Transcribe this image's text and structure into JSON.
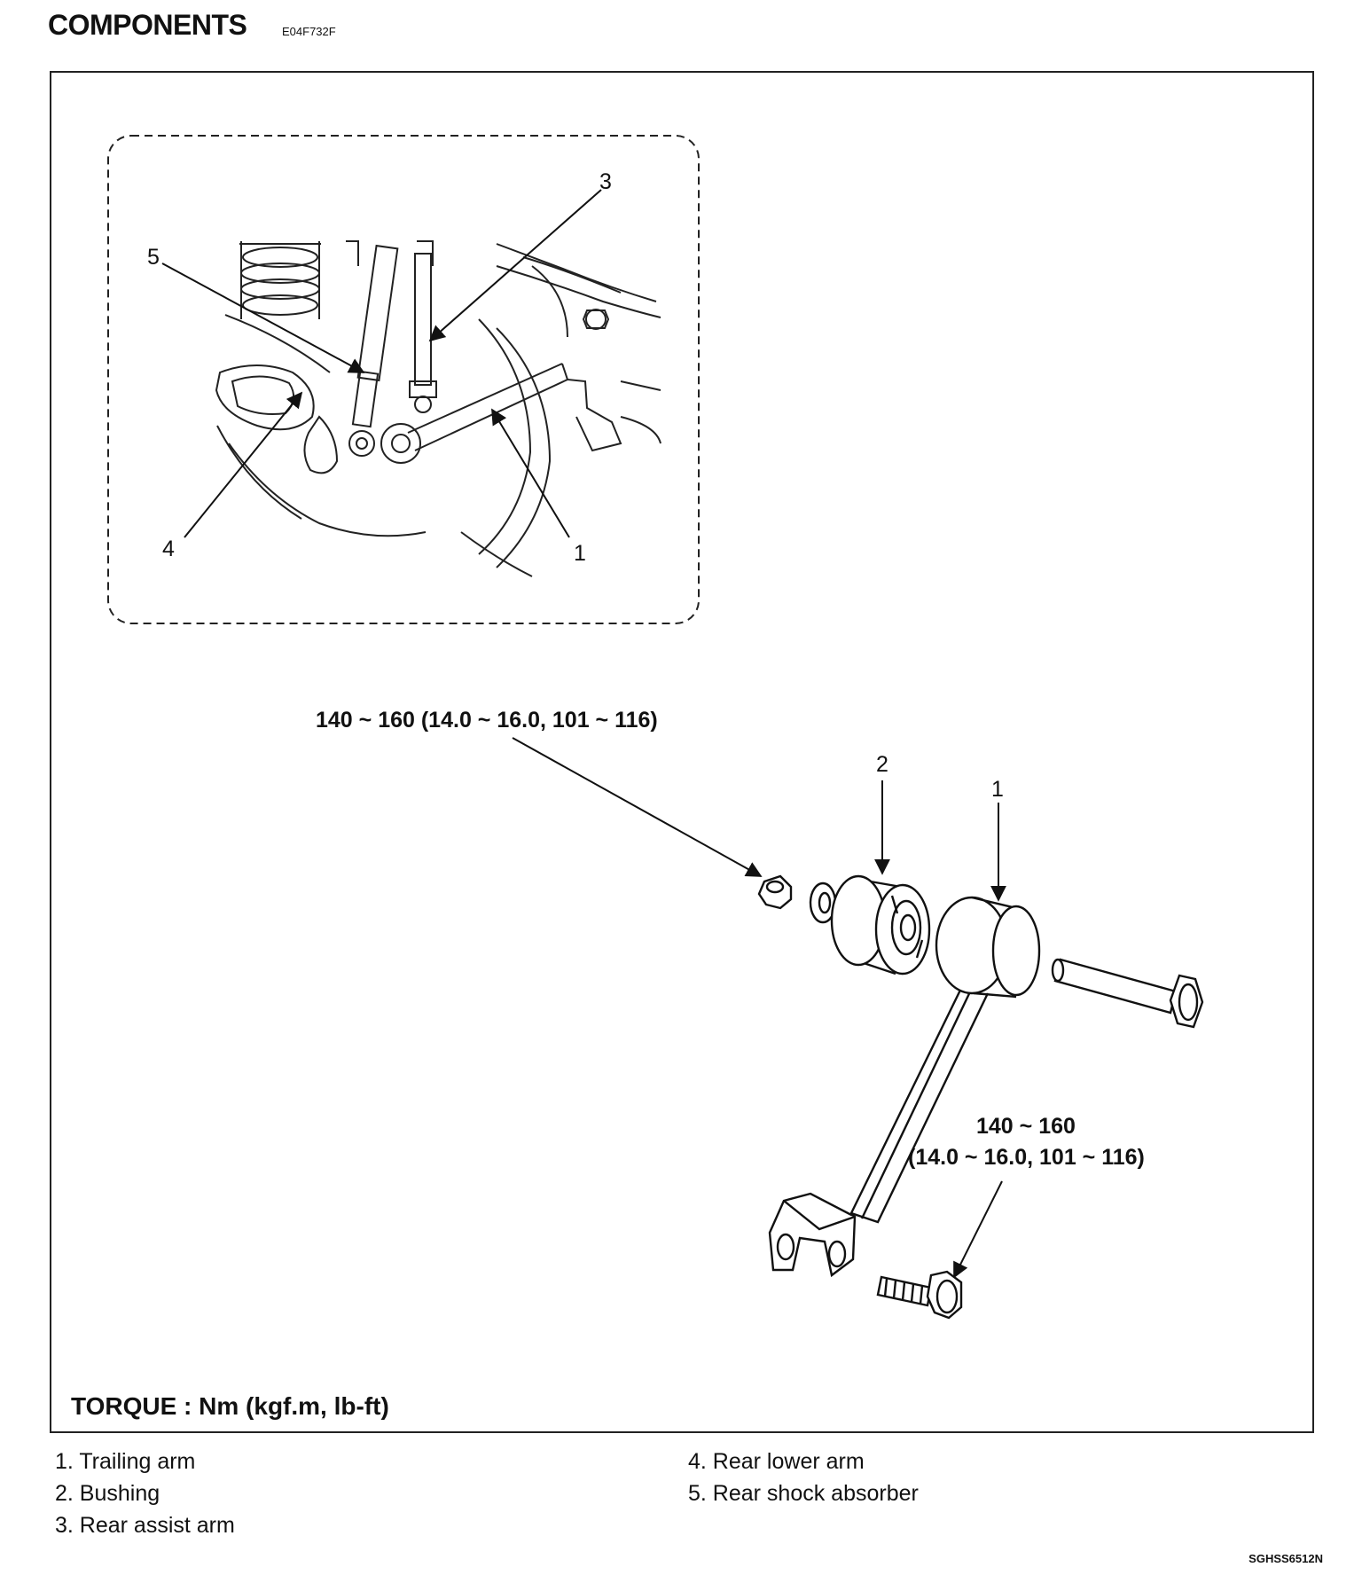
{
  "header": {
    "title": "COMPONENTS",
    "code": "E04F732F"
  },
  "callouts": {
    "inset_1": "1",
    "inset_3": "3",
    "inset_4": "4",
    "inset_5": "5",
    "main_1": "1",
    "main_2": "2"
  },
  "torque_specs": {
    "nut_spec": "140 ~ 160 (14.0 ~ 16.0, 101 ~ 116)",
    "bolt_spec_line1": "140 ~ 160",
    "bolt_spec_line2": "(14.0 ~ 16.0, 101 ~ 116)"
  },
  "torque_note": "TORQUE : Nm (kgf.m, lb-ft)",
  "legend": {
    "left": [
      "1. Trailing arm",
      "2. Bushing",
      "3. Rear assist arm"
    ],
    "right": [
      "4. Rear lower arm",
      "5. Rear shock absorber"
    ]
  },
  "image_code": "SGHSS6512N"
}
